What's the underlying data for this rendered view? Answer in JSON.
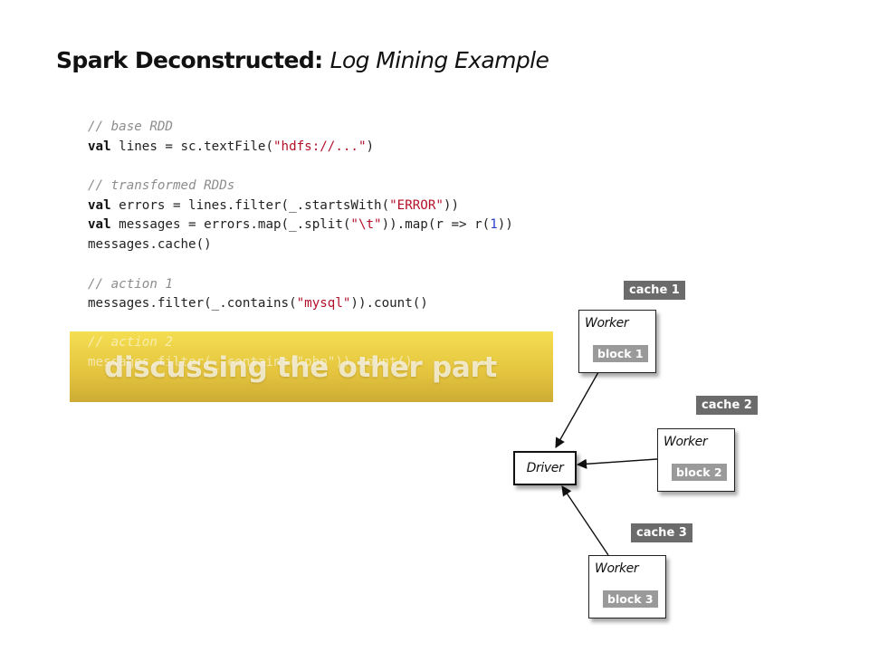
{
  "title": {
    "bold": "Spark Deconstructed:",
    "light": "Log Mining Example"
  },
  "code": {
    "comment_base": "// base RDD",
    "line1_kw": "val",
    "line1_pre": " lines = sc.textFile(",
    "line1_str": "\"hdfs://...\"",
    "line1_post": ")",
    "comment_transformed": "// transformed RDDs",
    "line2_kw": "val",
    "line2_pre": " errors = lines.filter(_.startsWith(",
    "line2_str": "\"ERROR\"",
    "line2_post": "))",
    "line3_kw": "val",
    "line3_pre": " messages = errors.map(_.split(",
    "line3_str": "\"\\t\"",
    "line3_mid": ")).map(r => r(",
    "line3_num": "1",
    "line3_post": "))",
    "line4": "messages.cache()",
    "comment_action1": "// action 1",
    "line5_pre": "messages.filter(_.contains(",
    "line5_str": "\"mysql\"",
    "line5_post": ")).count()",
    "comment_action2": "// action 2",
    "line6": "messages.filter(_.contains(\"php\")).count()"
  },
  "overlay": {
    "caption": "discussing the other part"
  },
  "diagram": {
    "driver_label": "Driver",
    "workers": [
      {
        "name": "Worker",
        "block": "block 1",
        "cache": "cache 1"
      },
      {
        "name": "Worker",
        "block": "block 2",
        "cache": "cache 2"
      },
      {
        "name": "Worker",
        "block": "block 3",
        "cache": "cache 3"
      }
    ]
  }
}
